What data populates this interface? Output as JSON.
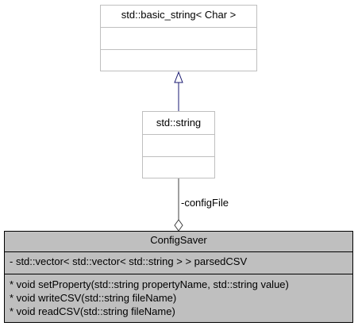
{
  "classes": {
    "basic_string": {
      "name": "std::basic_string< Char >"
    },
    "string": {
      "name": "std::string"
    },
    "config_saver": {
      "name": "ConfigSaver",
      "attributes": [
        "- std::vector< std::vector< std::string > > parsedCSV"
      ],
      "operations": [
        "* void setProperty(std::string propertyName, std::string value)",
        "* void writeCSV(std::string fileName)",
        "* void readCSV(std::string fileName)"
      ]
    }
  },
  "edges": {
    "inheritance": {
      "from": "string",
      "to": "basic_string"
    },
    "aggregation": {
      "from": "string",
      "to": "config_saver",
      "label": "-configFile"
    }
  },
  "colors": {
    "inheritance_line": "#191970",
    "aggregation_line": "#404040",
    "box_border": "#bfbfbf",
    "highlight_fill": "#bfbfbf"
  }
}
